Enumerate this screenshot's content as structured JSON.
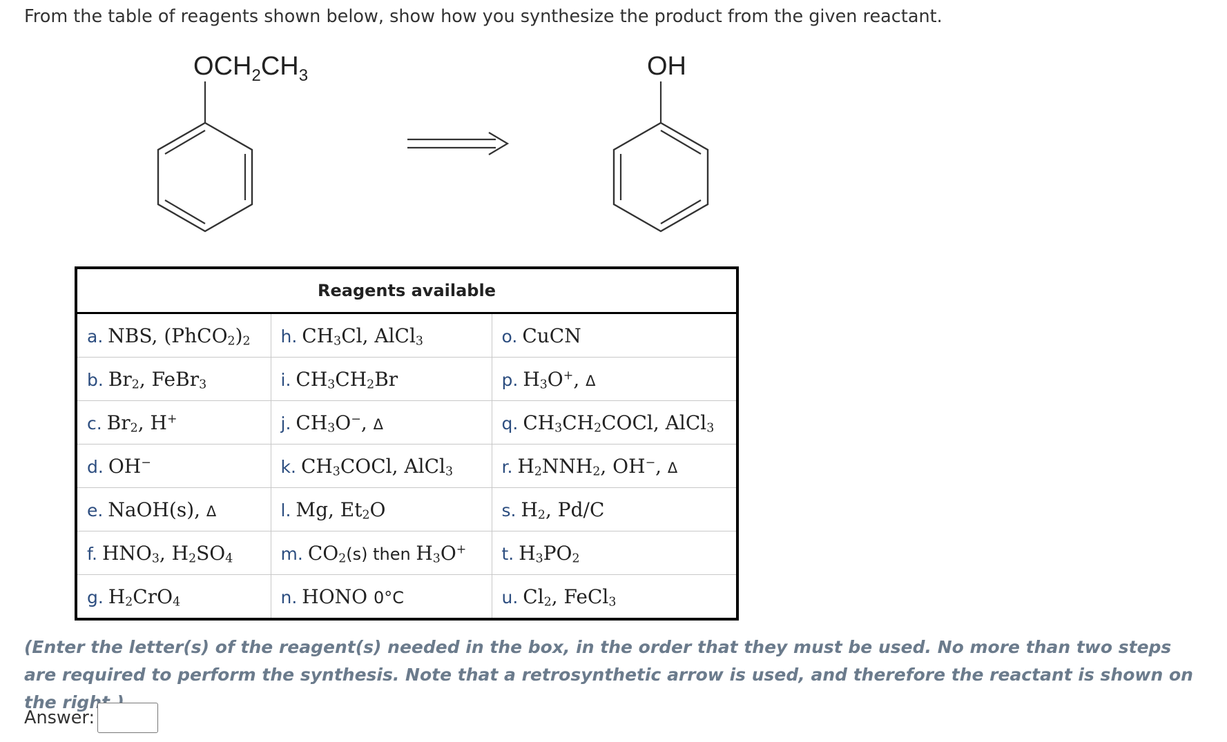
{
  "question": "From the table of reagents shown below, show how you synthesize the product from the given reactant.",
  "scheme": {
    "left_substituent": "OCH₂CH₃",
    "right_substituent": "OH"
  },
  "table": {
    "header": "Reagents available",
    "rows": [
      [
        {
          "letter": "a.",
          "text": "NBS, (PhCO₂)₂"
        },
        {
          "letter": "h.",
          "text": "CH₃Cl, AlCl₃"
        },
        {
          "letter": "o.",
          "text": "CuCN"
        }
      ],
      [
        {
          "letter": "b.",
          "text": "Br₂, FeBr₃"
        },
        {
          "letter": "i.",
          "text": "CH₃CH₂Br"
        },
        {
          "letter": "p.",
          "text": "H₃O⁺, Δ"
        }
      ],
      [
        {
          "letter": "c.",
          "text": "Br₂, H⁺"
        },
        {
          "letter": "j.",
          "text": "CH₃O⁻, Δ"
        },
        {
          "letter": "q.",
          "text": "CH₃CH₂COCl, AlCl₃"
        }
      ],
      [
        {
          "letter": "d.",
          "text": "OH⁻"
        },
        {
          "letter": "k.",
          "text": "CH₃COCl, AlCl₃"
        },
        {
          "letter": "r.",
          "text": "H₂NNH₂, OH⁻, Δ"
        }
      ],
      [
        {
          "letter": "e.",
          "text": "NaOH(s), Δ"
        },
        {
          "letter": "l.",
          "text": "Mg, Et₂O"
        },
        {
          "letter": "s.",
          "text": "H₂, Pd/C"
        }
      ],
      [
        {
          "letter": "f.",
          "text": "HNO₃, H₂SO₄"
        },
        {
          "letter": "m.",
          "text": "CO₂(s) then H₃O⁺"
        },
        {
          "letter": "t.",
          "text": "H₃PO₂"
        }
      ],
      [
        {
          "letter": "g.",
          "text": "H₂CrO₄"
        },
        {
          "letter": "n.",
          "text": "HONO 0°C"
        },
        {
          "letter": "u.",
          "text": "Cl₂, FeCl₃"
        }
      ]
    ]
  },
  "instructions": "(Enter the letter(s) of the reagent(s) needed in the box, in the order that they must be used. No more than two steps are required to perform the synthesis. Note that a retrosynthetic arrow is used, and therefore the reactant is shown on the right.)",
  "answer": {
    "label": "Answer:",
    "value": ""
  },
  "colors": {
    "letter_label": "#2d4e80",
    "instructions": "#6b7b8c",
    "border": "#000000"
  }
}
